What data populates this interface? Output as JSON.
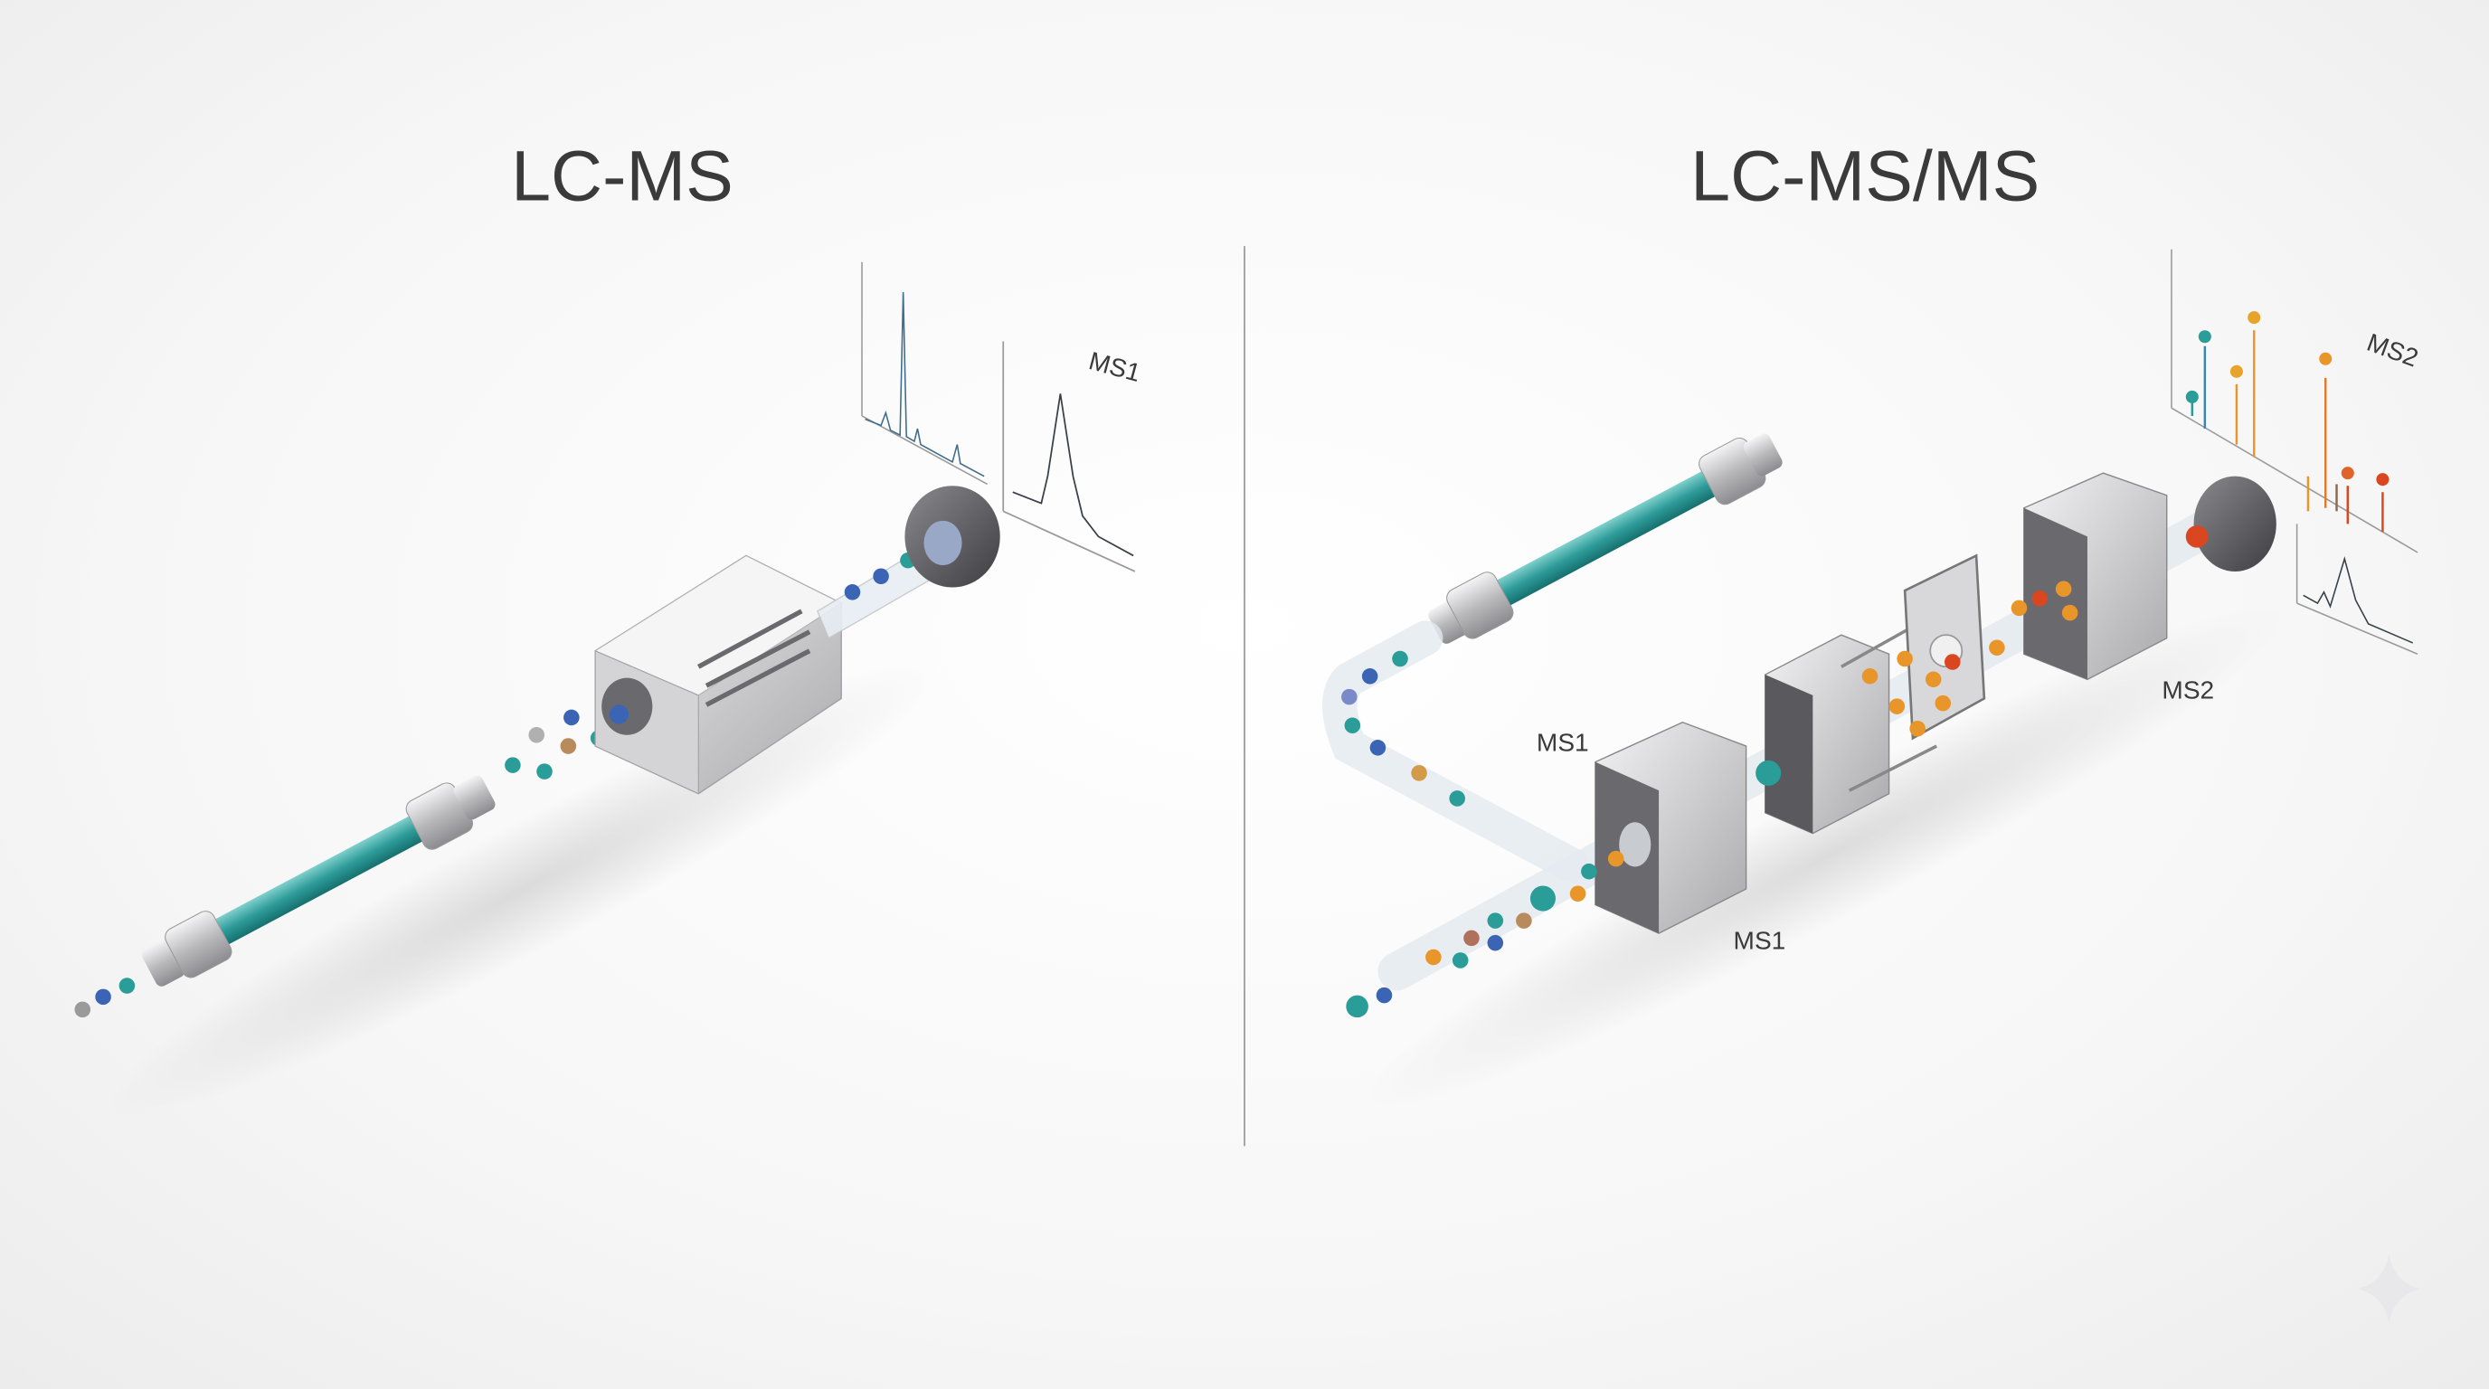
{
  "panels": {
    "left": {
      "title": "LC-MS",
      "chart_label": "MS1"
    },
    "right": {
      "title": "LC-MS/MS",
      "chart_label": "MS2",
      "stage_labels": [
        "MS1",
        "MS1",
        "MS2"
      ]
    }
  },
  "colors": {
    "column": "#2e9c9a",
    "teal": "#2a9d99",
    "blue": "#3c64b4",
    "orange": "#e8962a",
    "red": "#d9461f",
    "metal": "#c9c9cb",
    "dark_metal": "#5a5a5c",
    "text": "#3a3a3a"
  }
}
